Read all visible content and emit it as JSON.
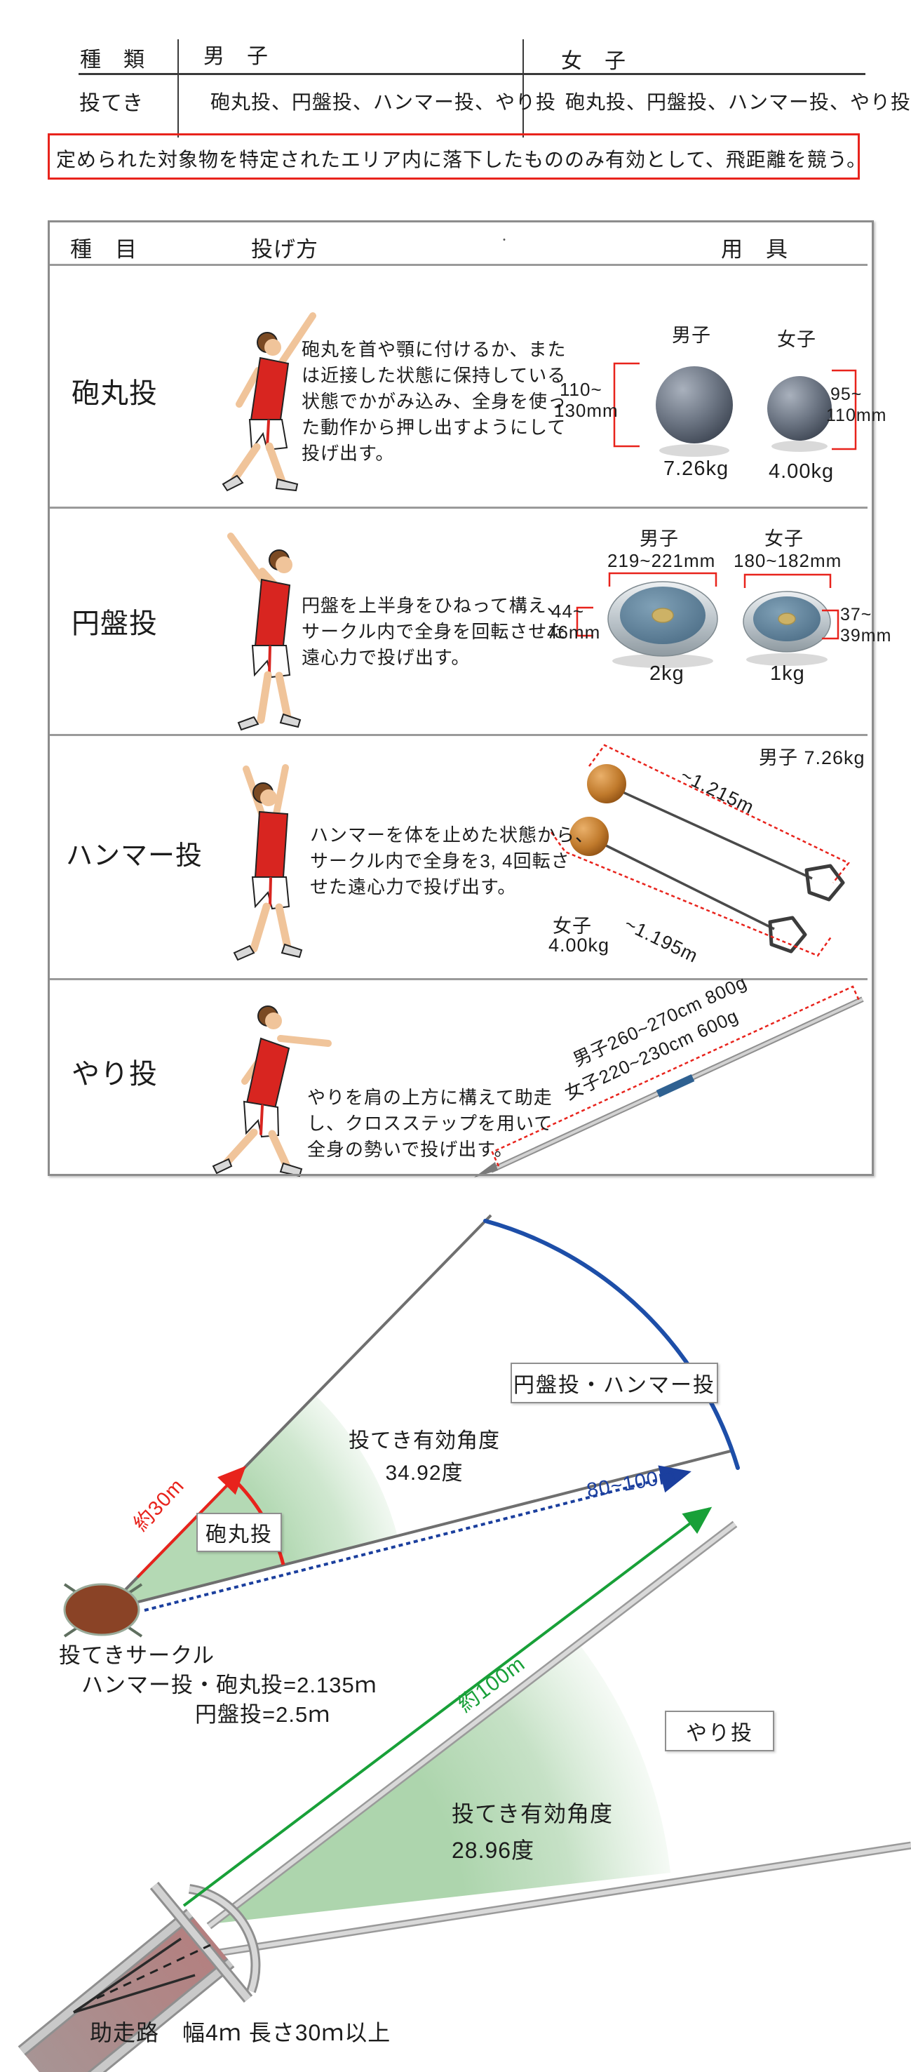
{
  "top_table": {
    "header": {
      "type": "種　類",
      "men": "男　子",
      "women": "女　子"
    },
    "row": {
      "label": "投てき",
      "men": "砲丸投、円盤投、ハンマー投、やり投",
      "women": "砲丸投、円盤投、ハンマー投、やり投"
    }
  },
  "notice": {
    "text": "定められた対象物を特定されたエリア内に落下したもののみ有効として、飛距離を競う。"
  },
  "main_table": {
    "header": {
      "event": "種　目",
      "method": "投げ方",
      "dot": "・",
      "equipment": "用　具"
    },
    "rows": [
      {
        "name": "砲丸投",
        "desc": [
          "砲丸を首や顎に付けるか、また",
          "は近接した状態に保持している",
          "状態でかがみ込み、全身を使っ",
          "た動作から押し出すようにして",
          "投げ出す。"
        ],
        "equip": {
          "men_label": "男子",
          "women_label": "女子",
          "men_dim1": "110~",
          "men_dim2": "130mm",
          "women_dim1": "95~",
          "women_dim2": "110mm",
          "men_weight": "7.26kg",
          "women_weight": "4.00kg"
        }
      },
      {
        "name": "円盤投",
        "desc": [
          "円盤を上半身をひねって構え、",
          "サークル内で全身を回転させた",
          "遠心力で投げ出す。"
        ],
        "equip": {
          "men_label": "男子",
          "women_label": "女子",
          "men_diameter": "219~221mm",
          "women_diameter": "180~182mm",
          "men_thick1": "44~",
          "men_thick2": "46mm",
          "women_thick1": "37~",
          "women_thick2": "39mm",
          "men_weight": "2kg",
          "women_weight": "1kg"
        }
      },
      {
        "name": "ハンマー投",
        "desc": [
          "ハンマーを体を止めた状態から、",
          "サークル内で全身を3, 4回転さ",
          "せた遠心力で投げ出す。"
        ],
        "equip": {
          "men_spec": "男子 7.26kg",
          "men_length": "~1.215m",
          "women_label": "女子",
          "women_weight": "4.00kg",
          "women_length": "~1.195m"
        }
      },
      {
        "name": "やり投",
        "desc": [
          "やりを肩の上方に構えて助走",
          "し、クロスステップを用いて",
          "全身の勢いで投げ出す。"
        ],
        "equip": {
          "men_spec": "男子260~270cm  800g",
          "women_spec": "女子220~230cm  600g"
        }
      }
    ]
  },
  "diagram": {
    "sector1": {
      "box_label": "円盤投・ハンマー投",
      "angle1": "投てき有効角度",
      "angle2": "34.92度",
      "radius_label": "約30m",
      "range_label": "80~100m",
      "shot_box": "砲丸投"
    },
    "circle_note": [
      "投てきサークル",
      "ハンマー投・砲丸投=2.135ｍ",
      "円盤投=2.5ｍ"
    ],
    "sector2": {
      "box_label": "やり投",
      "radius_label": "約100m",
      "angle1": "投てき有効角度",
      "angle2": "28.96度",
      "runway_note": "助走路　幅4ｍ 長さ30ｍ以上"
    },
    "colors": {
      "valid_area_green": "#b2d8b2",
      "arc_blue": "#1d4ea8",
      "dim_red": "#e8231c",
      "arrow_green": "#18a038",
      "circle_brown": "#8a4326",
      "runway_rose": "#b28585",
      "line_gray": "#6f6f6f"
    }
  }
}
